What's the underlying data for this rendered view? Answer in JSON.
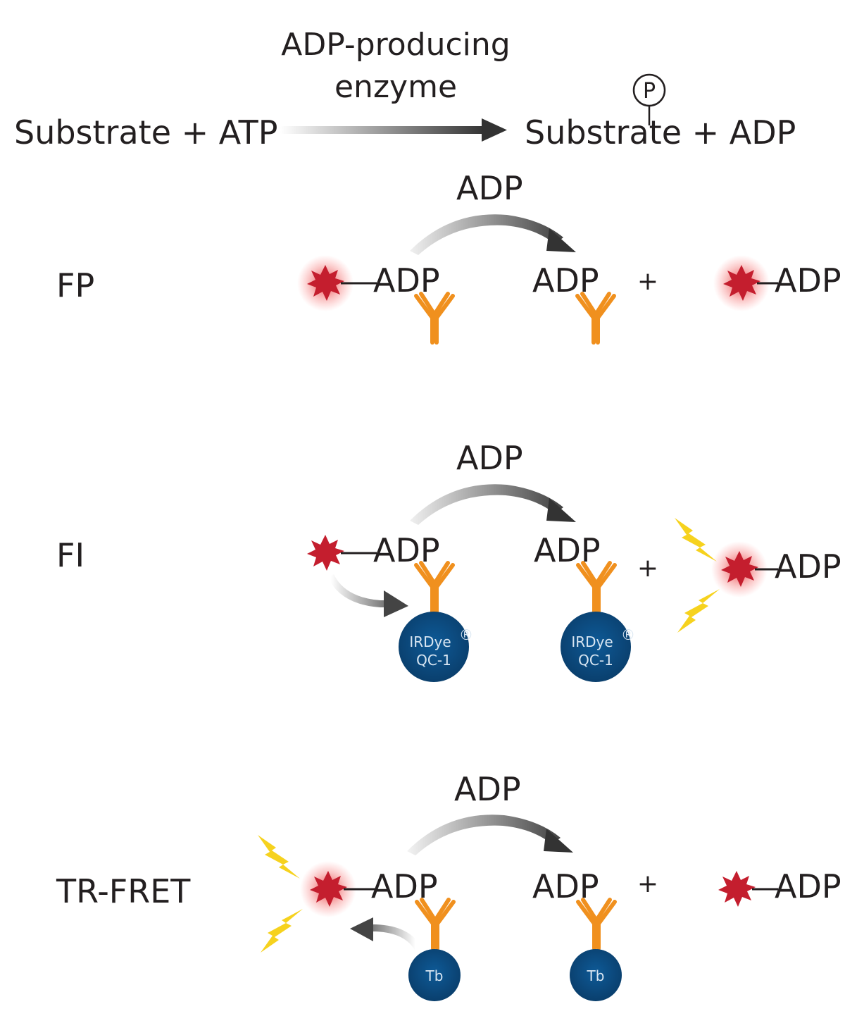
{
  "reaction": {
    "enzyme_line1": "ADP-producing",
    "enzyme_line2": "enzyme",
    "left": "Substrate + ATP",
    "right": "Substrate + ADP",
    "phosphate": "P"
  },
  "assays": {
    "fp": {
      "name": "FP",
      "arrow_label": "ADP",
      "bound_label": "ADP",
      "free_label": "ADP",
      "tracer_label": "ADP",
      "plus": "+"
    },
    "fi": {
      "name": "FI",
      "arrow_label": "ADP",
      "bound_label": "ADP",
      "free_label": "ADP",
      "tracer_label": "ADP",
      "plus": "+",
      "quencher_line1": "IRDye",
      "quencher_reg": "®",
      "quencher_line2": "QC-1"
    },
    "trfret": {
      "name": "TR-FRET",
      "arrow_label": "ADP",
      "bound_label": "ADP",
      "free_label": "ADP",
      "tracer_label": "ADP",
      "plus": "+",
      "donor": "Tb"
    }
  },
  "colors": {
    "text": "#231f20",
    "fluorophore": "#c41e2e",
    "glow": "#e8252f",
    "antibody": "#f0901e",
    "bead": "#0b4a7e",
    "lightning": "#f6d21e",
    "arrow_dark": "#333333"
  }
}
